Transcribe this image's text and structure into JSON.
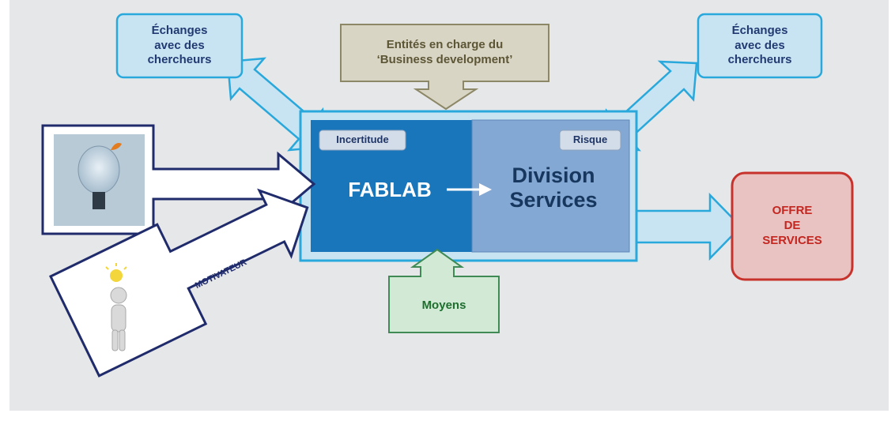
{
  "diagram": {
    "exchange_left": "Échanges\navec des\nchercheurs",
    "exchange_right": "Échanges\navec des\nchercheurs",
    "business": "Entités en charge du\n‘Business development’",
    "fablab_tag": "Incertitude",
    "fablab": "FABLAB",
    "division_tag": "Risque",
    "division": "Division\nServices",
    "offer": "OFFRE\nDE\nSERVICES",
    "means": "Moyens",
    "motivator": "MOTIVATEUR"
  },
  "colors": {
    "background": "#e6e7e9",
    "light_blue_fill": "#c8e4f3",
    "light_blue_stroke": "#29a8dc",
    "dark_blue_text": "#213a72",
    "fablab_blue": "#1976bb",
    "division_blue": "#82a8d3",
    "navy": "#1f2b6b",
    "olive_fill": "#d9d5c4",
    "olive_stroke": "#8c8766",
    "olive_text": "#5c5536",
    "green_fill": "#d2e9d5",
    "green_stroke": "#3f8a55",
    "green_text": "#1e6e2e",
    "red_fill": "#e9c3c2",
    "red_stroke": "#c7332c",
    "red_text": "#c42620"
  }
}
